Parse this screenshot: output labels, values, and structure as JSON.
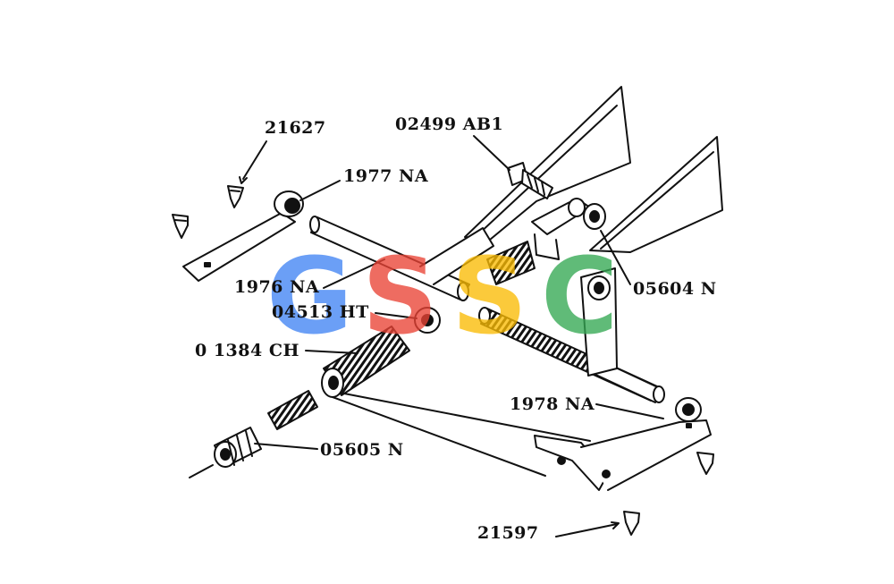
{
  "labels": {
    "p21627": "21627",
    "p02499": "02499 AB1",
    "p1977": "1977 NA",
    "p1976": "1976 NA",
    "p04513": "04513 HT",
    "p01384": "0 1384 CH",
    "p05604": "05604 N",
    "p1978": "1978 NA",
    "p05605": "05605 N",
    "p21597": "21597"
  },
  "watermark": {
    "text": "GSC",
    "colors": [
      "#4285f4",
      "#ea4335",
      "#fbbc05",
      "#34a853"
    ]
  },
  "colors": {
    "ink": "#111111",
    "paper": "#ffffff"
  }
}
